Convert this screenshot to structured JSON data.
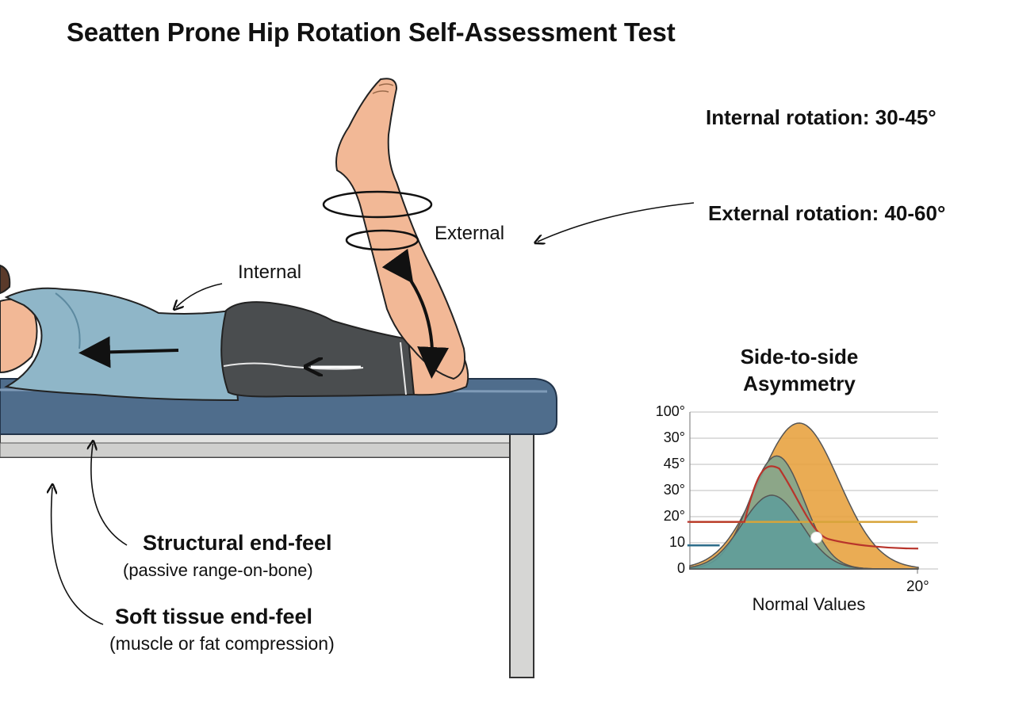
{
  "title": "Seatten Prone Hip Rotation Self-Assessment Test",
  "ranges": {
    "internal": "Internal rotation: 30-45°",
    "external": "External rotation: 40-60°"
  },
  "motion_labels": {
    "external": "External",
    "internal": "Internal"
  },
  "end_feel": {
    "structural_title": "Structural end-feel",
    "structural_sub": "(passive range-on-bone)",
    "soft_title": "Soft tissue end-feel",
    "soft_sub": "(muscle or fat compression)"
  },
  "colors": {
    "shirt": "#8fb6c8",
    "shorts": "#4a4d4f",
    "table_pad": "#4f6d8c",
    "skin": "#f2b896",
    "orange_curve": "#e7a03c",
    "teal_curve": "#5f9d9a",
    "red_line": "#b8342b",
    "gold_line": "#d7a43a",
    "blue_line": "#2c6c8a"
  },
  "chart_data": {
    "type": "area",
    "title": "Side-to-side Asymmetry",
    "xlabel": "Normal Values",
    "x_tick_labels": [
      "20°"
    ],
    "y_tick_labels": [
      "100°",
      "30°",
      "45°",
      "30°",
      "20°",
      "10",
      "0"
    ],
    "grid": true,
    "series": [
      {
        "kind": "area",
        "color": "orange",
        "peak": 0.93,
        "center": 0.44,
        "spread": 0.16
      },
      {
        "kind": "area",
        "color": "teal-light",
        "peak": 0.72,
        "center": 0.35,
        "spread": 0.11
      },
      {
        "kind": "area",
        "color": "teal",
        "peak": 0.47,
        "center": 0.33,
        "spread": 0.12
      },
      {
        "kind": "line",
        "color": "red",
        "baseline": 0.3,
        "peak": 0.69,
        "end": 0.13
      },
      {
        "kind": "line",
        "color": "gold",
        "level": 0.3
      },
      {
        "kind": "line",
        "color": "blue",
        "level": 0.15
      }
    ],
    "marker": {
      "x": 0.51,
      "y": 0.2
    }
  }
}
